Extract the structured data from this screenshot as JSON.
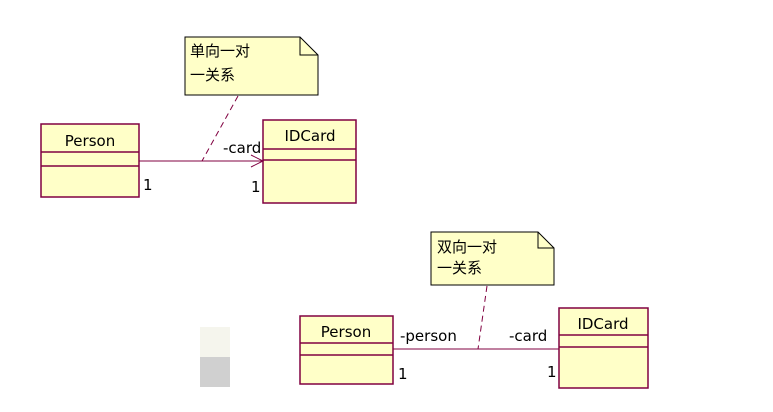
{
  "colors": {
    "class_fill": "#ffffc8",
    "outline": "#800040",
    "note_fill": "#ffffc8",
    "note_outline": "#000000"
  },
  "diagram1": {
    "note": {
      "line1": "单向一对",
      "line2": "一关系"
    },
    "class_a": {
      "name": "Person"
    },
    "class_b": {
      "name": "IDCard"
    },
    "association": {
      "role_b": "-card",
      "mult_a": "1",
      "mult_b": "1",
      "navigability": "unidirectional"
    }
  },
  "diagram2": {
    "note": {
      "line1": "双向一对",
      "line2": "一关系"
    },
    "class_a": {
      "name": "Person"
    },
    "class_b": {
      "name": "IDCard"
    },
    "association": {
      "role_a": "-person",
      "role_b": "-card",
      "mult_a": "1",
      "mult_b": "1",
      "navigability": "bidirectional"
    }
  }
}
